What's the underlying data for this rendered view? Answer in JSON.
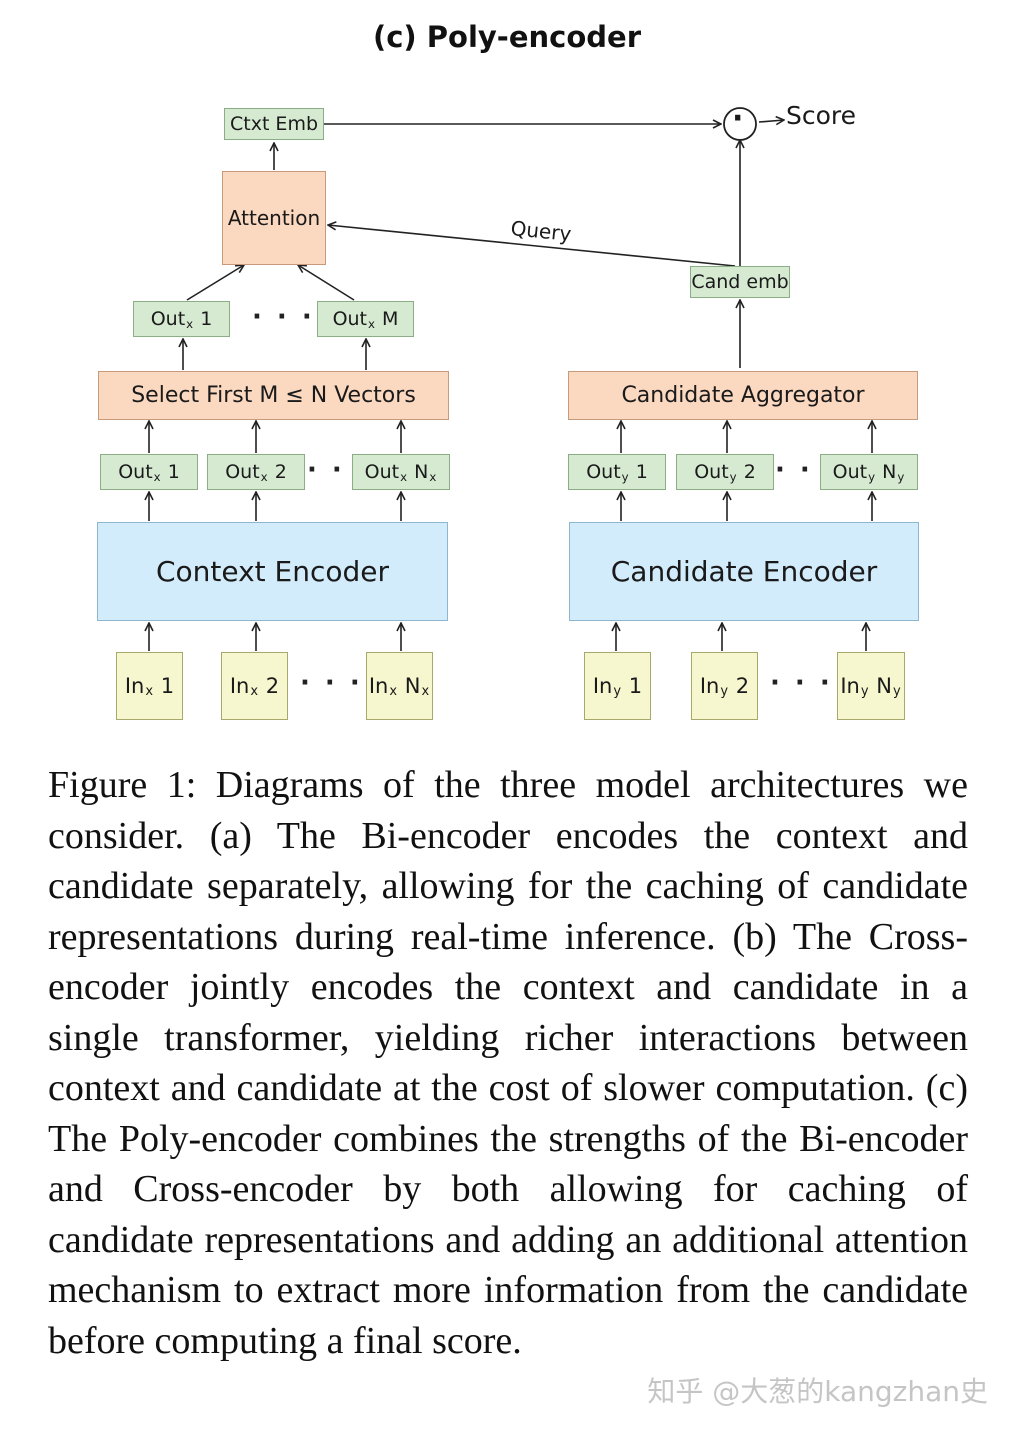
{
  "diagram": {
    "title": "(c) Poly-encoder",
    "ctxt_emb": "Ctxt Emb",
    "attention": "Attention",
    "query": "Query",
    "score_op": "·",
    "score": "Score",
    "cand_emb": "Cand emb",
    "dots": "· · ·",
    "out_m": [
      {
        "base": "Out",
        "sub": "x",
        "suffix": "1"
      },
      {
        "base": "Out",
        "sub": "x",
        "suffix": "M"
      }
    ],
    "select_first": "Select First M ≤ N Vectors",
    "candidate_aggregator": "Candidate Aggregator",
    "ctx_outs": [
      {
        "base": "Out",
        "sub": "x",
        "suffix": "1",
        "suffix_sub": ""
      },
      {
        "base": "Out",
        "sub": "x",
        "suffix": "2",
        "suffix_sub": ""
      },
      {
        "base": "Out",
        "sub": "x",
        "suffix": "N",
        "suffix_sub": "x"
      }
    ],
    "cand_outs": [
      {
        "base": "Out",
        "sub": "y",
        "suffix": "1",
        "suffix_sub": ""
      },
      {
        "base": "Out",
        "sub": "y",
        "suffix": "2",
        "suffix_sub": ""
      },
      {
        "base": "Out",
        "sub": "y",
        "suffix": "N",
        "suffix_sub": "y"
      }
    ],
    "context_encoder": "Context Encoder",
    "candidate_encoder": "Candidate Encoder",
    "ctx_ins": [
      {
        "base": "In",
        "sub": "x",
        "suffix": "1",
        "suffix_sub": ""
      },
      {
        "base": "In",
        "sub": "x",
        "suffix": "2",
        "suffix_sub": ""
      },
      {
        "base": "In",
        "sub": "x",
        "suffix": "N",
        "suffix_sub": "x"
      }
    ],
    "cand_ins": [
      {
        "base": "In",
        "sub": "y",
        "suffix": "1",
        "suffix_sub": ""
      },
      {
        "base": "In",
        "sub": "y",
        "suffix": "2",
        "suffix_sub": ""
      },
      {
        "base": "In",
        "sub": "y",
        "suffix": "N",
        "suffix_sub": "y"
      }
    ]
  },
  "caption": "Figure 1:  Diagrams of the three model architectures we consider.  (a) The Bi-encoder encodes the context and candidate separately, allowing for the caching of candidate representations during real-time inference. (b) The Cross-encoder jointly encodes the context and candidate in a single transformer, yielding richer interactions between context and candidate at the cost of slower computation.  (c) The Poly-encoder combines the strengths of the Bi-encoder and Cross-encoder by both allowing for caching of candidate representations and adding an additional attention mechanism to extract more information from the candidate before computing a final score.",
  "watermark": "知乎 @大葱的kangzhan史"
}
